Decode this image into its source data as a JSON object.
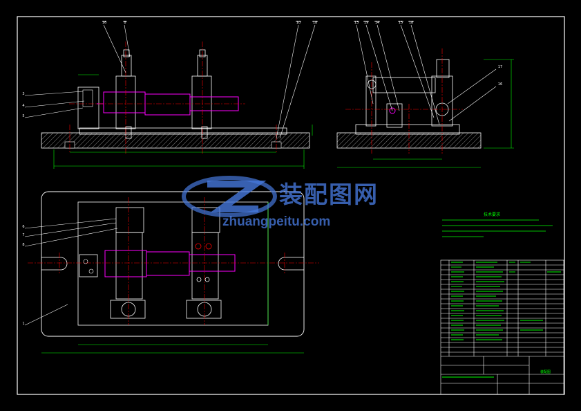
{
  "watermark": {
    "brand_cn": "装配图网",
    "url": "zhuangpeitu.com"
  },
  "balloons_top": [
    "16",
    "8",
    "10",
    "18",
    "13",
    "19",
    "14",
    "15",
    "18"
  ],
  "balloons_side": [
    "17",
    "16"
  ],
  "balloons_left_top": [
    "3",
    "4",
    "5"
  ],
  "balloons_left_plan": [
    "6",
    "7",
    "8",
    "1"
  ],
  "tech_requirements_title": "技术要求",
  "title_block": {
    "drawing_name": "装配图"
  },
  "colors": {
    "background": "#000000",
    "outline": "#ffffff",
    "hatch": "#ffffff",
    "dimension": "#00ff00",
    "centerline": "#ff0000",
    "cylinder": "#ff00ff",
    "watermark": "#4678dc"
  }
}
